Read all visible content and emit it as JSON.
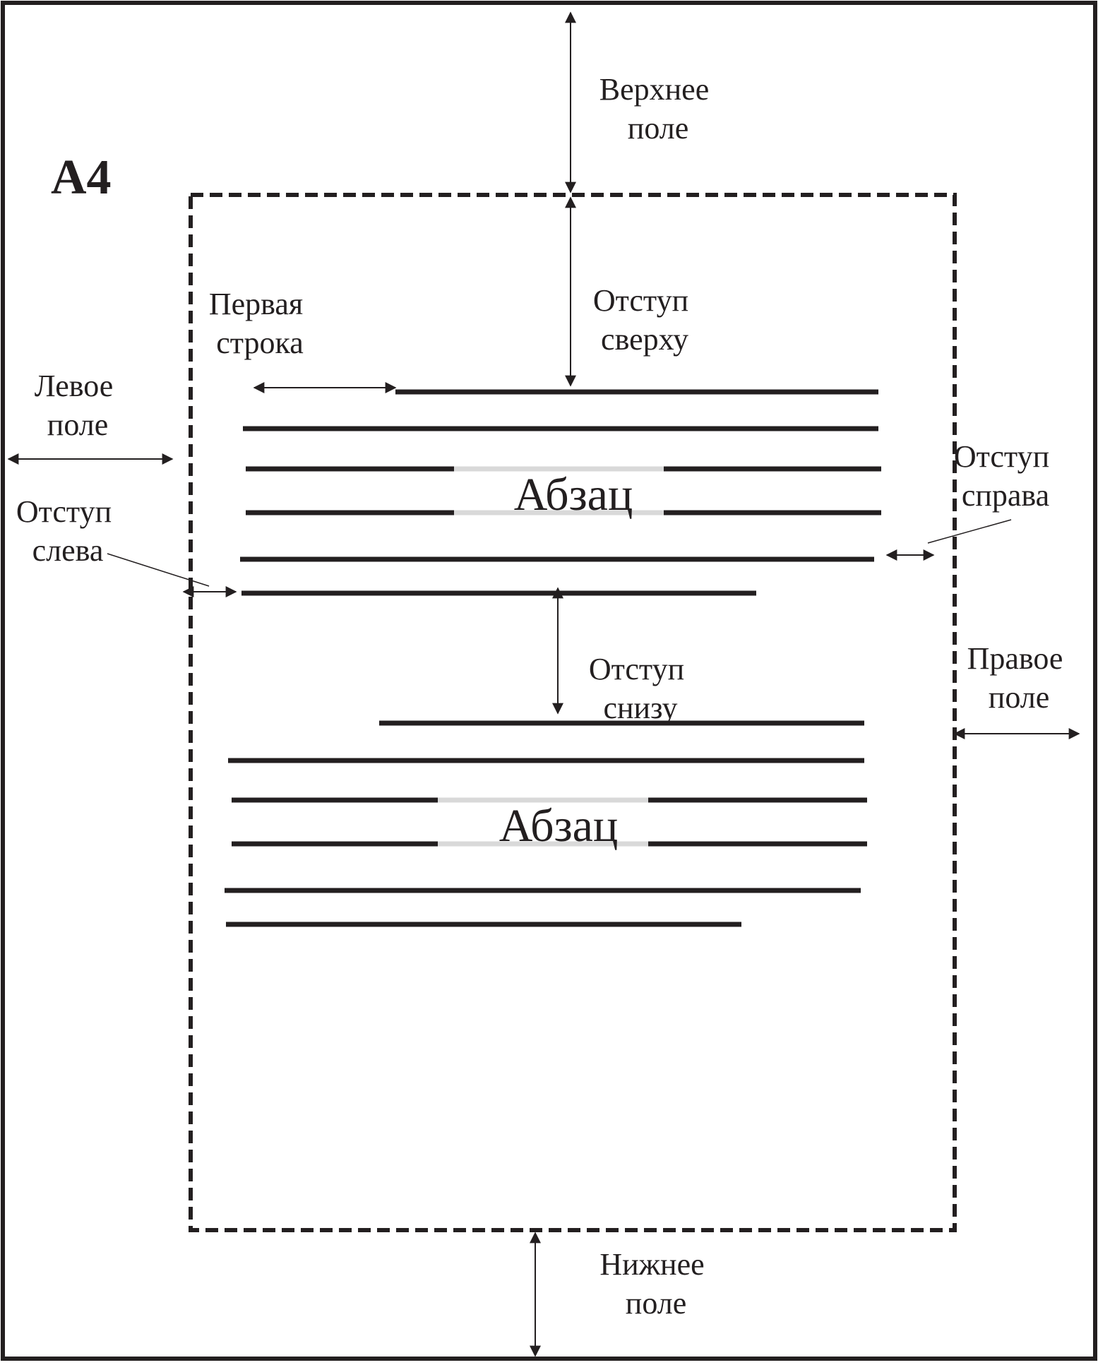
{
  "page": {
    "format_label": "А4"
  },
  "labels": {
    "top_margin": [
      "Верхнее",
      "поле"
    ],
    "bottom_margin": [
      "Нижнее",
      "поле"
    ],
    "left_margin": [
      "Левое",
      "поле"
    ],
    "right_margin": [
      "Правое",
      "поле"
    ],
    "first_line": [
      "Первая",
      "строка"
    ],
    "space_before": [
      "Отступ",
      "сверху"
    ],
    "space_after": [
      "Отступ",
      "снизу"
    ],
    "indent_left": [
      "Отступ",
      "слева"
    ],
    "indent_right": [
      "Отступ",
      "справа"
    ]
  },
  "paragraphs": [
    {
      "label": "Абзац"
    },
    {
      "label": "Абзац"
    }
  ],
  "colors": {
    "ink": "#231f20",
    "label_gap": "#d9d9d9",
    "background": "#ffffff"
  }
}
